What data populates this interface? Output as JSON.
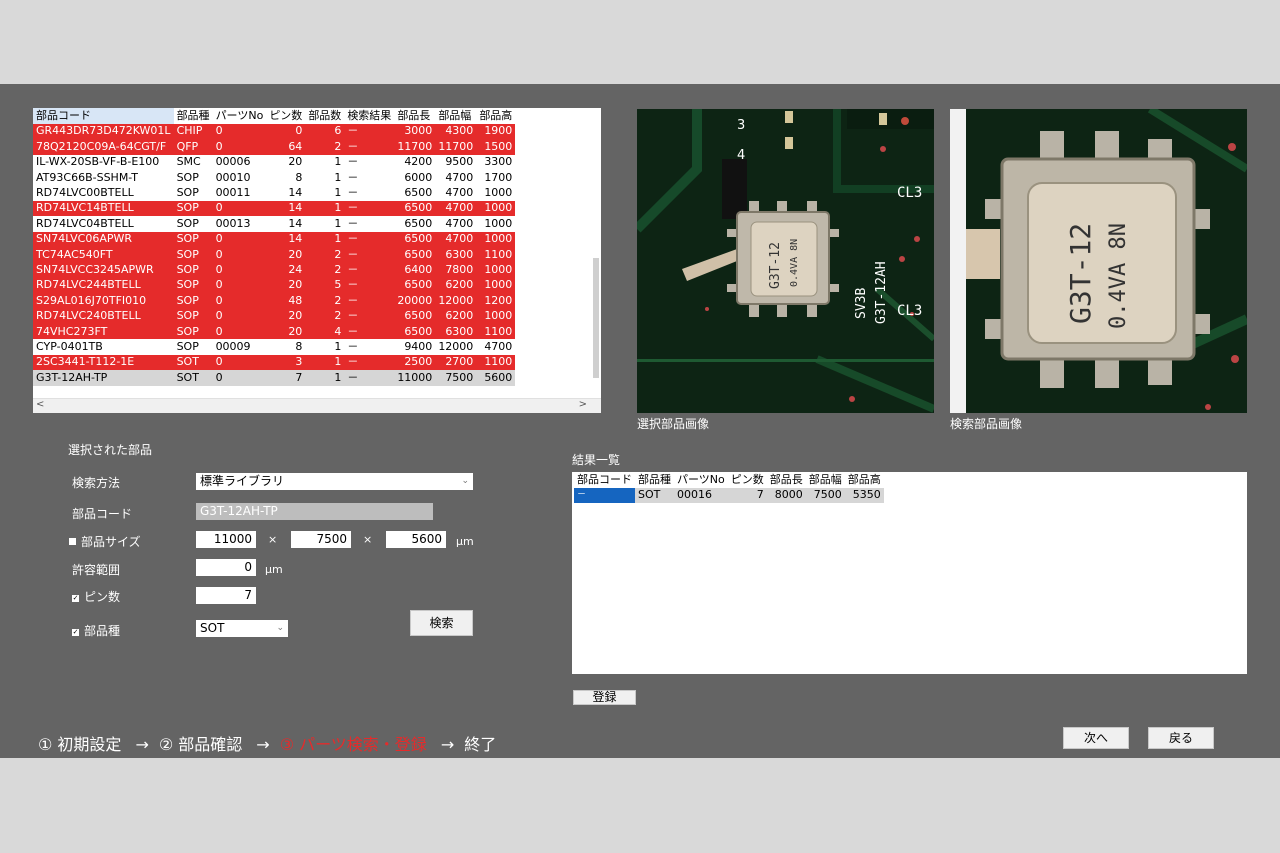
{
  "parts_table": {
    "columns": [
      "部品コード",
      "部品種",
      "パーツNo",
      "ピン数",
      "部品数",
      "検索結果",
      "部品長",
      "部品幅",
      "部品高"
    ],
    "rows": [
      {
        "cells": [
          "GR443DR73D472KW01L",
          "CHIP",
          "0",
          "0",
          "6",
          "－",
          "3000",
          "4300",
          "1900"
        ],
        "state": "red"
      },
      {
        "cells": [
          "78Q2120C09A-64CGT/F",
          "QFP",
          "0",
          "64",
          "2",
          "－",
          "11700",
          "11700",
          "1500"
        ],
        "state": "red"
      },
      {
        "cells": [
          "IL-WX-20SB-VF-B-E100",
          "SMC",
          "00006",
          "20",
          "1",
          "－",
          "4200",
          "9500",
          "3300"
        ],
        "state": "normal"
      },
      {
        "cells": [
          "AT93C66B-SSHM-T",
          "SOP",
          "00010",
          "8",
          "1",
          "－",
          "6000",
          "4700",
          "1700"
        ],
        "state": "normal"
      },
      {
        "cells": [
          "RD74LVC00BTELL",
          "SOP",
          "00011",
          "14",
          "1",
          "－",
          "6500",
          "4700",
          "1000"
        ],
        "state": "normal"
      },
      {
        "cells": [
          "RD74LVC14BTELL",
          "SOP",
          "0",
          "14",
          "1",
          "－",
          "6500",
          "4700",
          "1000"
        ],
        "state": "red"
      },
      {
        "cells": [
          "RD74LVC04BTELL",
          "SOP",
          "00013",
          "14",
          "1",
          "－",
          "6500",
          "4700",
          "1000"
        ],
        "state": "normal"
      },
      {
        "cells": [
          "SN74LVC06APWR",
          "SOP",
          "0",
          "14",
          "1",
          "－",
          "6500",
          "4700",
          "1000"
        ],
        "state": "red"
      },
      {
        "cells": [
          "TC74AC540FT",
          "SOP",
          "0",
          "20",
          "2",
          "－",
          "6500",
          "6300",
          "1100"
        ],
        "state": "red"
      },
      {
        "cells": [
          "SN74LVCC3245APWR",
          "SOP",
          "0",
          "24",
          "2",
          "－",
          "6400",
          "7800",
          "1000"
        ],
        "state": "red"
      },
      {
        "cells": [
          "RD74LVC244BTELL",
          "SOP",
          "0",
          "20",
          "5",
          "－",
          "6500",
          "6200",
          "1000"
        ],
        "state": "red"
      },
      {
        "cells": [
          "S29AL016J70TFI010",
          "SOP",
          "0",
          "48",
          "2",
          "－",
          "20000",
          "12000",
          "1200"
        ],
        "state": "red"
      },
      {
        "cells": [
          "RD74LVC240BTELL",
          "SOP",
          "0",
          "20",
          "2",
          "－",
          "6500",
          "6200",
          "1000"
        ],
        "state": "red"
      },
      {
        "cells": [
          "74VHC273FT",
          "SOP",
          "0",
          "20",
          "4",
          "－",
          "6500",
          "6300",
          "1100"
        ],
        "state": "red"
      },
      {
        "cells": [
          "CYP-0401TB",
          "SOP",
          "00009",
          "8",
          "1",
          "－",
          "9400",
          "12000",
          "4700"
        ],
        "state": "normal"
      },
      {
        "cells": [
          "2SC3441-T112-1E",
          "SOT",
          "0",
          "3",
          "1",
          "－",
          "2500",
          "2700",
          "1100"
        ],
        "state": "red"
      },
      {
        "cells": [
          "G3T-12AH-TP",
          "SOT",
          "0",
          "7",
          "1",
          "－",
          "11000",
          "7500",
          "5600"
        ],
        "state": "gray"
      }
    ]
  },
  "images": {
    "selected_label": "選択部品画像",
    "search_label": "検索部品画像",
    "pcb_marks": {
      "n3": "3",
      "n4": "4",
      "cl3": "CL3",
      "sv": "SV3B",
      "part": "G3T-12AH",
      "cl3b": "CL3"
    },
    "chip_text": {
      "line1": "G3T-12",
      "line2": "0.4VA 8N"
    }
  },
  "form": {
    "section_title": "選択された部品",
    "search_method_label": "検索方法",
    "search_method_value": "標準ライブラリ",
    "part_code_label": "部品コード",
    "part_code_value": "G3T-12AH-TP",
    "size_label": "部品サイズ",
    "size_checked": false,
    "size_l": "11000",
    "size_w": "7500",
    "size_h": "5600",
    "times": "×",
    "unit_um": "μm",
    "tolerance_label": "許容範囲",
    "tolerance_value": "0",
    "pins_label": "ピン数",
    "pins_checked": true,
    "pins_value": "7",
    "type_label": "部品種",
    "type_checked": true,
    "type_value": "SOT",
    "search_button": "検索"
  },
  "results": {
    "title": "結果一覧",
    "columns": [
      "部品コード",
      "部品種",
      "パーツNo",
      "ピン数",
      "部品長",
      "部品幅",
      "部品高"
    ],
    "rows": [
      {
        "cells": [
          "－",
          "SOT",
          "00016",
          "7",
          "8000",
          "7500",
          "5350"
        ]
      }
    ],
    "register_button": "登録"
  },
  "steps": [
    {
      "label": "① 初期設定",
      "current": false
    },
    {
      "label": "→",
      "current": false
    },
    {
      "label": "② 部品確認",
      "current": false
    },
    {
      "label": "→",
      "current": false
    },
    {
      "label": "③ パーツ検索・登録",
      "current": true
    },
    {
      "label": "→",
      "current": false
    },
    {
      "label": "終了",
      "current": false
    }
  ],
  "nav": {
    "next": "次へ",
    "back": "戻る"
  },
  "colors": {
    "window_bg": "#646464",
    "highlight_red": "#e52b2b",
    "selected_gray": "#d6d6d6",
    "pcb_green": "#0d2414"
  }
}
